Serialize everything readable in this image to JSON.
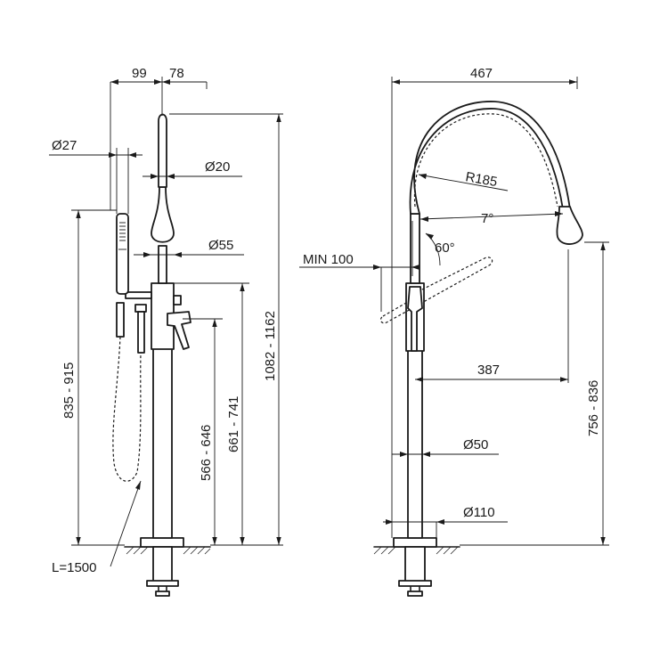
{
  "dimensions": {
    "d99": "99",
    "d78": "78",
    "d27": "Ø27",
    "d20": "Ø20",
    "d55": "Ø55",
    "d835_915": "835 - 915",
    "d566_646": "566 - 646",
    "d661_741": "661 - 741",
    "d1082_1162": "1082 - 1162",
    "hose_length": "L=1500",
    "d467": "467",
    "r185": "R185",
    "a7": "7°",
    "a60": "60°",
    "min100": "MIN 100",
    "d387": "387",
    "d50": "Ø50",
    "d110": "Ø110",
    "d756_836": "756 - 836"
  }
}
